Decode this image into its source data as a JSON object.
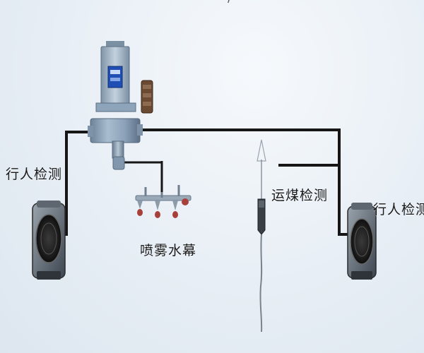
{
  "labels": {
    "pedestrian_left": "行人检测",
    "spray": "喷雾水幕",
    "coal": "运煤检测",
    "pedestrian_right": "行人检测"
  },
  "top_caption": {
    "left": "",
    "right": ")"
  },
  "colors": {
    "pipe": "#161616",
    "controller_body": "#8ea6bd",
    "controller_screen": "#1f4fb4",
    "sensor_housing": "#2b2b2b",
    "nozzle_red": "#a8403a"
  }
}
